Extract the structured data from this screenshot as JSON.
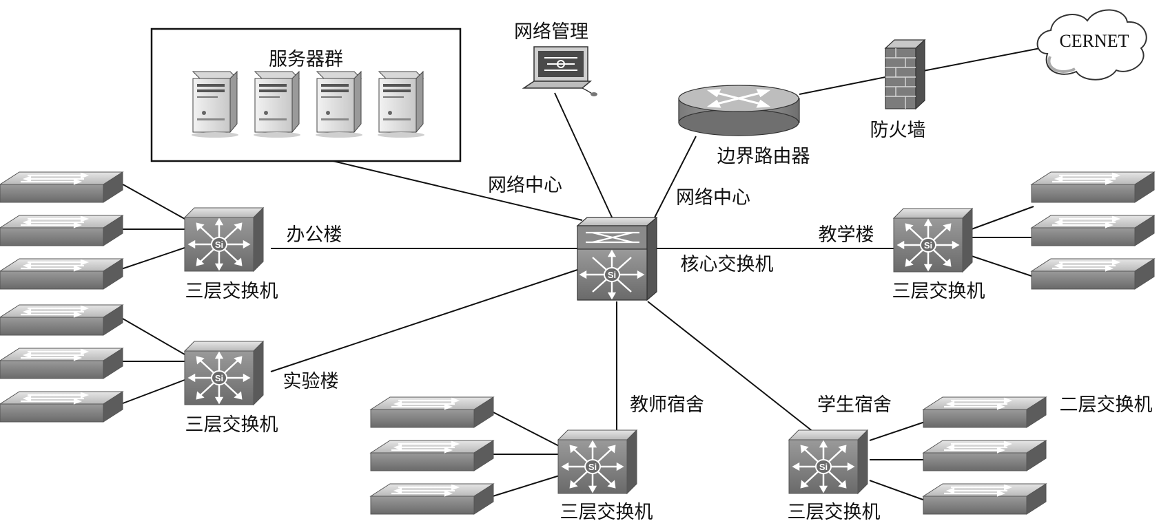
{
  "labels": {
    "server_group": "服务器群",
    "net_mgmt": "网络管理",
    "cernet": "CERNET",
    "firewall": "防火墙",
    "border_router": "边界路由器",
    "net_center_left": "网络中心",
    "net_center_right": "网络中心",
    "office": "办公楼",
    "core_switch": "核心交换机",
    "teaching": "教学楼",
    "lab": "实验楼",
    "teacher_dorm": "教师宿舍",
    "student_dorm": "学生宿舍",
    "l2_switch": "二层交换机",
    "l3_switch": "三层交换机",
    "si": "Si"
  },
  "colors": {
    "device_fill": "#8f8f8f",
    "device_top": "#c9c9c9",
    "device_side": "#5f5f5f",
    "line": "#111111"
  },
  "icons": [
    "server-icon",
    "management-laptop-icon",
    "cloud-icon",
    "firewall-icon",
    "router-icon",
    "core-switch-icon",
    "layer3-switch-icon",
    "layer2-switch-icon"
  ]
}
